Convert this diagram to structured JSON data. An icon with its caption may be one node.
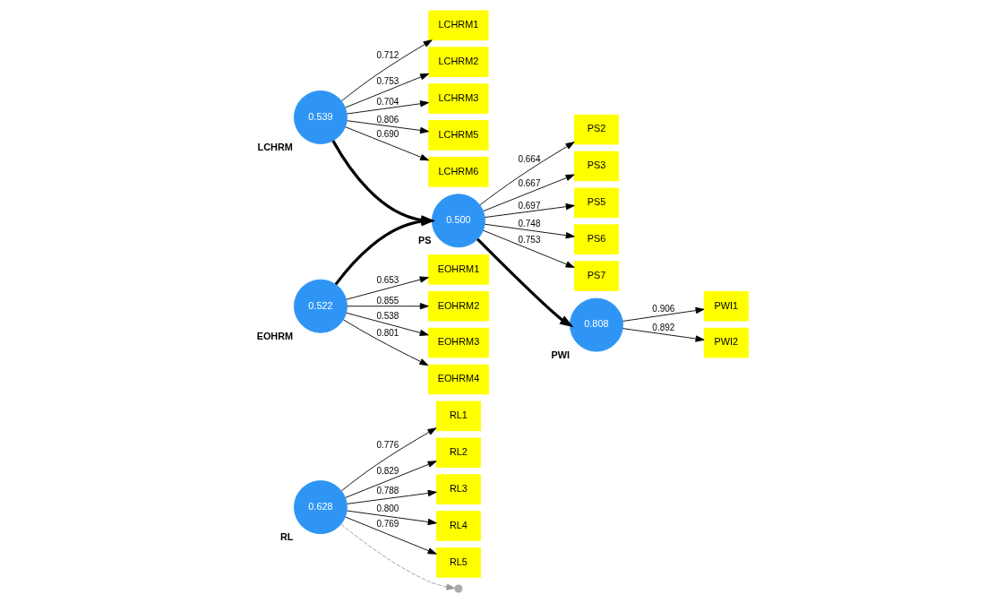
{
  "diagram": {
    "nodes": [
      {
        "text": [
          "0.628"
        ],
        "beside": [
          "RL"
        ]
      },
      {
        "text": [
          "RL1"
        ]
      },
      {
        "text": [
          "RL2"
        ]
      },
      {
        "text": [
          "RL3"
        ]
      },
      {
        "text": [
          "RL4"
        ]
      },
      {
        "text": [
          "RL5"
        ]
      },
      {
        "text": [
          "0.539"
        ],
        "beside": [
          "LCHRM"
        ]
      },
      {
        "text": [
          "LCHRM1"
        ]
      },
      {
        "text": [
          "LCHRM2"
        ]
      },
      {
        "text": [
          "LCHRM3"
        ]
      },
      {
        "text": [
          "LCHRM5"
        ]
      },
      {
        "text": [
          "LCHRM6"
        ]
      },
      {
        "text": [],
        "shape": "circle"
      },
      {
        "text": [
          "0.500"
        ],
        "beside": [
          "PS"
        ]
      },
      {
        "text": [
          "PS2"
        ]
      },
      {
        "text": [
          "PS3"
        ]
      },
      {
        "text": [
          "PS5"
        ]
      },
      {
        "text": [
          "PS6"
        ]
      },
      {
        "text": [
          "PS7"
        ]
      },
      {
        "text": [
          "0.522"
        ],
        "beside": [
          "EOHRM"
        ]
      },
      {
        "text": [
          "EOHRM1"
        ]
      },
      {
        "text": [
          "EOHRM2"
        ]
      },
      {
        "text": [
          "EOHRM3"
        ]
      },
      {
        "text": [
          "EOHRM4"
        ]
      },
      {
        "text": [
          "0.808"
        ],
        "beside": [
          "PWI"
        ]
      },
      {
        "text": [
          "PWI1"
        ]
      },
      {
        "text": [
          "PWI2"
        ]
      }
    ],
    "edges": [
      {
        "from": 0,
        "to": 1,
        "arrow": "to",
        "label": "0.776"
      },
      {
        "from": 0,
        "to": 2,
        "arrow": "to",
        "label": "0.829"
      },
      {
        "from": 0,
        "to": 3,
        "arrow": "to",
        "label": "0.788"
      },
      {
        "from": 0,
        "to": 4,
        "arrow": "to",
        "label": "0.800"
      },
      {
        "from": 0,
        "to": 5,
        "arrow": "to",
        "label": "0.769"
      },
      {
        "from": 6,
        "to": 7,
        "arrow": "to",
        "label": "0.712"
      },
      {
        "from": 6,
        "to": 8,
        "arrow": "to",
        "label": "0.753"
      },
      {
        "from": 6,
        "to": 9,
        "arrow": "to",
        "label": "0.704"
      },
      {
        "from": 6,
        "to": 10,
        "arrow": "to",
        "label": "0.806"
      },
      {
        "from": 6,
        "to": 11,
        "arrow": "to",
        "label": "0.690"
      },
      {
        "from": 0,
        "to": 12,
        "arrow": "to",
        "style": "dashed",
        "color": "#999999"
      },
      {
        "from": 6,
        "to": 13,
        "arrow": "to",
        "style": "thick"
      },
      {
        "from": 13,
        "to": 14,
        "arrow": "to",
        "label": "0.664"
      },
      {
        "from": 13,
        "to": 15,
        "arrow": "to",
        "label": "0.667"
      },
      {
        "from": 13,
        "to": 16,
        "arrow": "to",
        "label": "0.697"
      },
      {
        "from": 13,
        "to": 17,
        "arrow": "to",
        "label": "0.748"
      },
      {
        "from": 13,
        "to": 18,
        "arrow": "to",
        "label": "0.753"
      },
      {
        "from": 19,
        "to": 20,
        "arrow": "to",
        "label": "0.653"
      },
      {
        "from": 19,
        "to": 21,
        "arrow": "to",
        "label": "0.855"
      },
      {
        "from": 19,
        "to": 22,
        "arrow": "to",
        "label": "0.538"
      },
      {
        "from": 19,
        "to": 23,
        "arrow": "to",
        "label": "0.801"
      },
      {
        "from": 19,
        "to": 13,
        "arrow": "to",
        "style": "thick"
      },
      {
        "from": 13,
        "to": 24,
        "arrow": "to",
        "style": "thick"
      },
      {
        "from": 24,
        "to": 25,
        "arrow": "to",
        "label": "0.906"
      },
      {
        "from": 24,
        "to": 26,
        "arrow": "to",
        "label": "0.892"
      }
    ]
  }
}
